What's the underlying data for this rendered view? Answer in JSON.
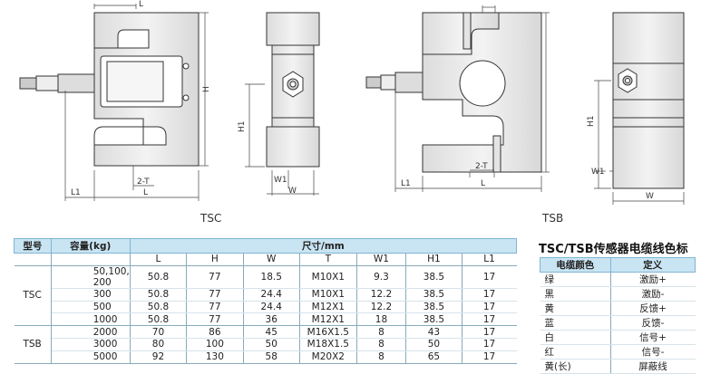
{
  "figures": {
    "tsc_caption": "TSC",
    "tsb_caption": "TSB",
    "dim_labels": {
      "L": "L",
      "H": "H",
      "W": "W",
      "W1": "W1",
      "H1": "H1",
      "L1": "L1",
      "T": "2-T"
    }
  },
  "spec_table": {
    "headers": {
      "model": "型号",
      "capacity": "容量(kg)",
      "dims": "尺寸/mm",
      "sub": [
        "L",
        "H",
        "W",
        "T",
        "W1",
        "H1",
        "L1"
      ]
    },
    "groups": [
      {
        "model": "TSC",
        "rows": [
          {
            "capacity": "50,100, 200",
            "values": [
              "50.8",
              "77",
              "18.5",
              "M10X1",
              "9.3",
              "38.5",
              "17"
            ]
          },
          {
            "capacity": "300",
            "values": [
              "50.8",
              "77",
              "24.4",
              "M10X1",
              "12.2",
              "38.5",
              "17"
            ]
          },
          {
            "capacity": "500",
            "values": [
              "50.8",
              "77",
              "24.4",
              "M12X1",
              "12.2",
              "38.5",
              "17"
            ]
          },
          {
            "capacity": "1000",
            "values": [
              "50.8",
              "77",
              "36",
              "M12X1",
              "18",
              "38.5",
              "17"
            ]
          }
        ]
      },
      {
        "model": "TSB",
        "rows": [
          {
            "capacity": "2000",
            "values": [
              "70",
              "86",
              "45",
              "M16X1.5",
              "8",
              "43",
              "17"
            ]
          },
          {
            "capacity": "3000",
            "values": [
              "80",
              "100",
              "50",
              "M18X1.5",
              "8",
              "50",
              "17"
            ]
          },
          {
            "capacity": "5000",
            "values": [
              "92",
              "130",
              "58",
              "M20X2",
              "8",
              "65",
              "17"
            ]
          }
        ]
      }
    ]
  },
  "color_table": {
    "title": "TSC/TSB传感器电缆线色标",
    "headers": [
      "电缆颜色",
      "定义"
    ],
    "rows": [
      [
        "绿",
        "激励+"
      ],
      [
        "黑",
        "激励-"
      ],
      [
        "黄",
        "反馈+"
      ],
      [
        "蓝",
        "反馈-"
      ],
      [
        "白",
        "信号+"
      ],
      [
        "红",
        "信号-"
      ],
      [
        "黄(长)",
        "屏蔽线"
      ]
    ]
  },
  "colors": {
    "header_bg": "#c9e4f2",
    "body_fill": "#e9e9e9",
    "line": "#333333"
  }
}
